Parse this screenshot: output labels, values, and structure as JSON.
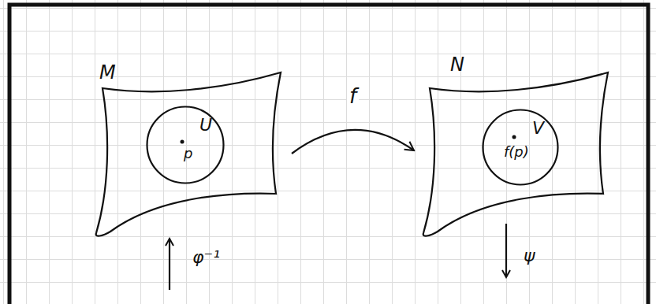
{
  "diagram": {
    "nodes": [
      {
        "text": [
          "M"
        ]
      },
      {
        "text": [
          "U",
          "p"
        ],
        "in": 0
      },
      {
        "text": [
          "N"
        ]
      },
      {
        "text": [
          "V",
          "f(p)"
        ],
        "in": 2
      }
    ],
    "edges": [
      {
        "from": 0,
        "to": 2,
        "label": "f",
        "arrow": "to"
      }
    ],
    "labels": [
      "φ⁻¹",
      "ψ"
    ]
  }
}
